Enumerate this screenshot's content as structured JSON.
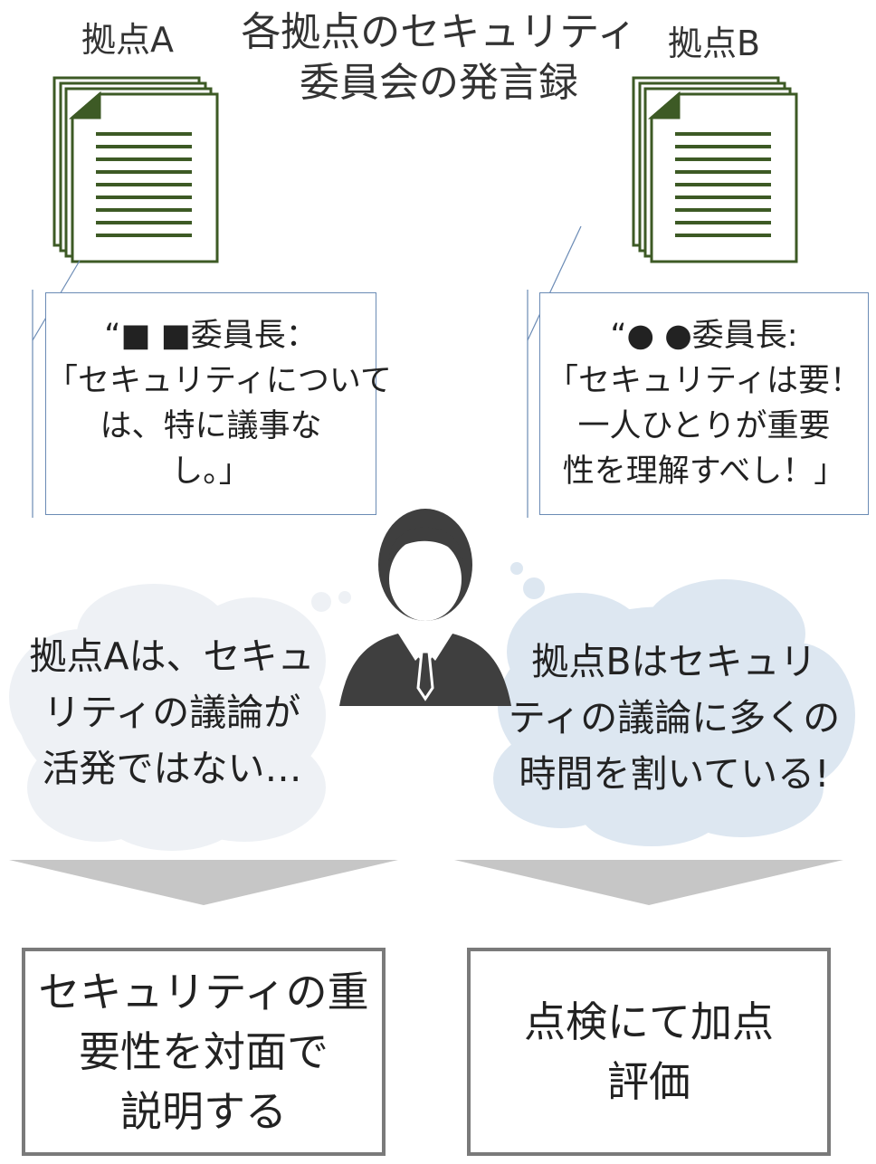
{
  "title": {
    "line1": "各拠点のセキュリティ",
    "line2": "委員会の発言録"
  },
  "site_a": {
    "label": "拠点A",
    "quote_lines": [
      "“■ ■委員長：",
      "「セキュリティについて",
      "は、特に議事な",
      "し。」"
    ],
    "thought_lines": [
      "拠点Aは、セキュ",
      "リティの議論が",
      "活発ではない…"
    ],
    "result_lines": [
      "セキュリティの重",
      "要性を対面で",
      "説明する"
    ]
  },
  "site_b": {
    "label": "拠点B",
    "quote_lines": [
      "“● ●委員長:",
      "「セキュリティは要！",
      "一人ひとりが重要",
      "性を理解すべし！」"
    ],
    "thought_lines": [
      "拠点Bはセキュリ",
      "ティの議論に多くの",
      "時間を割いている!"
    ],
    "result_lines": [
      "点検にて加点",
      "評価"
    ]
  },
  "colors": {
    "document_green": "#3d5a25",
    "callout_border": "#6b8bb5",
    "cloud_left": "#eef1f5",
    "cloud_right": "#dde7f1",
    "arrow_gray": "#c6c6c6",
    "result_border": "#7a7a7a",
    "person": "#3f3f3f"
  },
  "icons": {
    "documents": "document-stack-icon",
    "person": "businessman-icon",
    "thought": "thought-cloud-icon"
  }
}
